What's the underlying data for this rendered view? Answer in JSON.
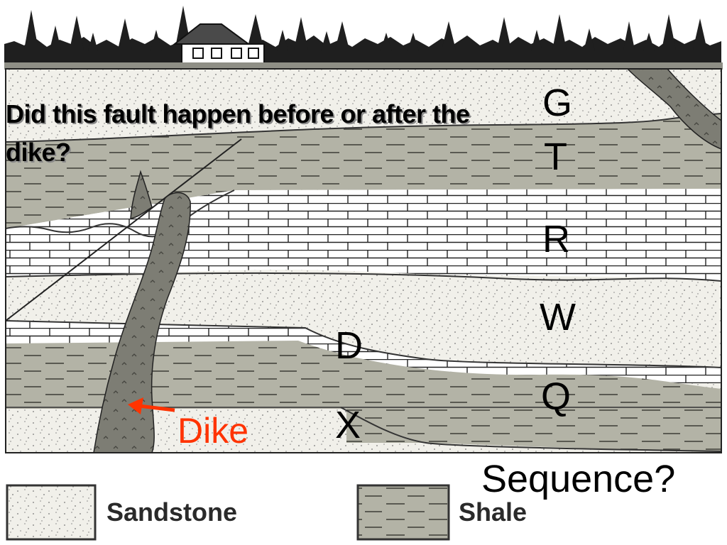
{
  "question": "Did this fault happen before or after the dike?",
  "letters": {
    "g": "G",
    "t": "T",
    "r": "R",
    "w": "W",
    "q": "Q",
    "d": "D",
    "x": "X"
  },
  "dike_label": "Dike",
  "sequence_label": "Sequence?",
  "legend": {
    "sandstone": "Sandstone",
    "shale": "Shale"
  },
  "colors": {
    "shale": "#b3b3a6",
    "sandstone": "#f1f0ea",
    "limestone": "#ffffff",
    "dike": "#7d7d74",
    "arrow": "#ff3300"
  }
}
